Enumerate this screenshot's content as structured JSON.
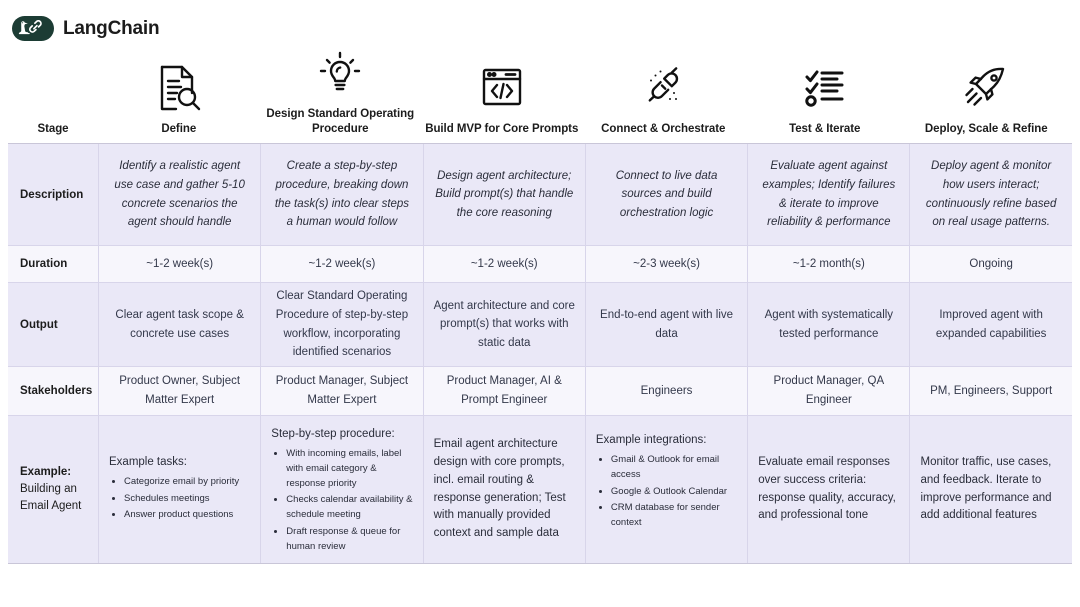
{
  "brand": {
    "name": "LangChain",
    "logo_icon": "langchain-parrot-link-icon",
    "logo_bg": "#1c3c34"
  },
  "theme": {
    "row_shade_dark": "#eae8f7",
    "row_shade_light": "#f7f6fc",
    "border": "#d8d5ea",
    "text": "#2a2d3a"
  },
  "header": {
    "stage_label": "Stage",
    "columns": [
      {
        "title": "Define",
        "icon": "document-search-icon"
      },
      {
        "title": "Design Standard Operating Procedure",
        "icon": "lightbulb-idea-icon"
      },
      {
        "title": "Build MVP for Core Prompts",
        "icon": "code-window-icon"
      },
      {
        "title": "Connect & Orchestrate",
        "icon": "plug-connect-icon"
      },
      {
        "title": "Test & Iterate",
        "icon": "checklist-icon"
      },
      {
        "title": "Deploy, Scale & Refine",
        "icon": "rocket-icon"
      }
    ]
  },
  "rows": {
    "description": {
      "label": "Description",
      "cells": [
        "Identify a realistic agent use case and gather 5-10 concrete scenarios the agent should handle",
        "Create a step-by-step procedure, breaking down the task(s) into clear steps a human would follow",
        "Design agent architecture; Build prompt(s) that handle the core reasoning",
        "Connect to live data sources and build orchestration logic",
        "Evaluate agent against examples; Identify failures & iterate to improve reliability & performance",
        "Deploy agent & monitor how users interact; continuously refine based on real usage patterns."
      ]
    },
    "duration": {
      "label": "Duration",
      "cells": [
        "~1-2 week(s)",
        "~1-2 week(s)",
        "~1-2 week(s)",
        "~2-3 week(s)",
        "~1-2 month(s)",
        "Ongoing"
      ]
    },
    "output": {
      "label": "Output",
      "cells": [
        "Clear agent task scope & concrete use cases",
        "Clear Standard Operating Procedure of step-by-step workflow, incorporating identified scenarios",
        "Agent architecture and core prompt(s) that works with static data",
        "End-to-end agent with live data",
        "Agent with systematically tested performance",
        "Improved agent with expanded capabilities"
      ]
    },
    "stakeholders": {
      "label": "Stakeholders",
      "cells": [
        "Product Owner, Subject Matter Expert",
        "Product Manager, Subject Matter Expert",
        "Product Manager, AI & Prompt Engineer",
        "Engineers",
        "Product Manager, QA Engineer",
        "PM, Engineers, Support"
      ]
    },
    "example": {
      "label_bold": "Example:",
      "label_rest": "Building an Email Agent",
      "cells": [
        {
          "lead": "Example tasks:",
          "items": [
            "Categorize email by priority",
            "Schedules meetings",
            "Answer product questions"
          ]
        },
        {
          "lead": "Step-by-step procedure:",
          "items": [
            "With incoming emails, label with email category & response priority",
            "Checks calendar availability & schedule meeting",
            "Draft response & queue for human review"
          ]
        },
        {
          "paragraph": "Email agent architecture design with core prompts, incl. email routing & response generation; Test with manually provided context and sample data"
        },
        {
          "lead": "Example integrations:",
          "items": [
            "Gmail & Outlook for email access",
            "Google & Outlook Calendar",
            "CRM database for sender context"
          ]
        },
        {
          "paragraph": "Evaluate email responses over success criteria: response quality, accuracy, and professional tone"
        },
        {
          "paragraph": "Monitor traffic, use cases, and feedback. Iterate to improve performance and add additional features"
        }
      ]
    }
  }
}
